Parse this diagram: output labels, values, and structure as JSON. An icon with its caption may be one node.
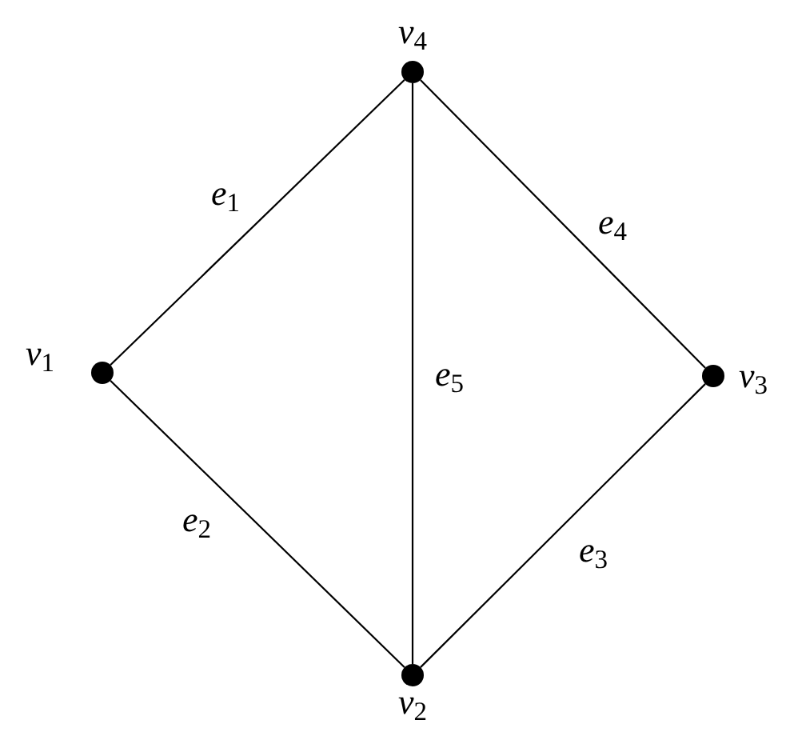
{
  "diagram": {
    "nodes": [
      {
        "text": [],
        "shape": "circle",
        "beside": [
          "*v*$_{4}$"
        ]
      },
      {
        "text": [],
        "shape": "circle",
        "beside": [
          "*v*$_{1}$"
        ]
      },
      {
        "text": [],
        "shape": "circle",
        "beside": [
          "*v*$_{3}$"
        ]
      },
      {
        "text": [],
        "shape": "circle",
        "beside": [
          "*v*$_{2}$"
        ]
      }
    ],
    "edges": [
      {
        "from": 1,
        "to": 0,
        "arrow": "none",
        "label": "*e*$_{1}$"
      },
      {
        "from": 1,
        "to": 3,
        "arrow": "none",
        "label": "*e*$_{2}$"
      },
      {
        "from": 3,
        "to": 2,
        "arrow": "none",
        "label": "*e*$_{3}$"
      },
      {
        "from": 0,
        "to": 2,
        "arrow": "none",
        "label": "*e*$_{4}$"
      },
      {
        "from": 0,
        "to": 3,
        "arrow": "none",
        "label": "*e*$_{5}$"
      }
    ]
  }
}
